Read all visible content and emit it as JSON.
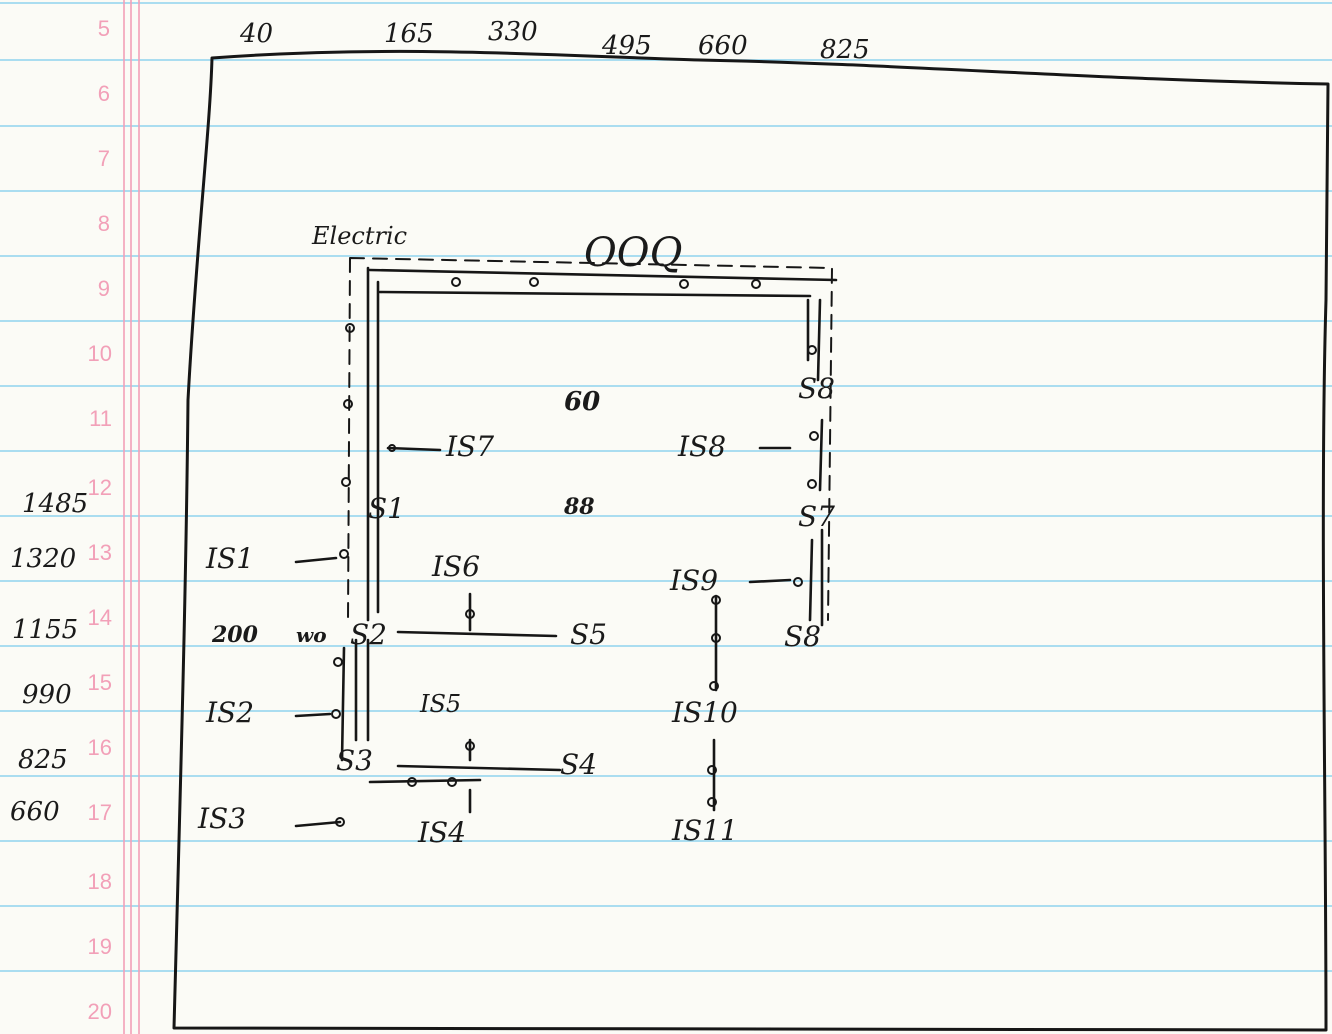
{
  "notebook": {
    "line_numbers": [
      "5",
      "6",
      "7",
      "8",
      "9",
      "10",
      "11",
      "12",
      "13",
      "14",
      "15",
      "16",
      "17",
      "18",
      "19",
      "20"
    ],
    "rule_color": "#8fd3ee",
    "margin_color": "#f2a0b8"
  },
  "sketch": {
    "top_scale": [
      "40",
      "165",
      "330",
      "495",
      "660",
      "825"
    ],
    "left_scale": [
      "1485",
      "1320",
      "1155",
      "990",
      "825",
      "660"
    ],
    "title_label": "Electric",
    "top_mark": "OOQ",
    "nodes": {
      "s1": "S1",
      "s2": "S2",
      "s3": "S3",
      "s4": "S4",
      "s5": "S5",
      "s7": "S7",
      "s8_upper": "S8",
      "s8_lower": "S8"
    },
    "points": {
      "is1": "IS1",
      "is2": "IS2",
      "is3": "IS3",
      "is4": "IS4",
      "is5": "IS5",
      "is6": "IS6",
      "is7": "IS7",
      "is8": "IS8",
      "is9": "IS9",
      "is10": "IS10",
      "is11": "IS11"
    },
    "scribbles": [
      "60",
      "88",
      "200",
      "wo"
    ]
  }
}
